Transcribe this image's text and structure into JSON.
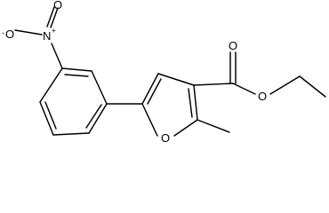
{
  "structure": {
    "atoms": {
      "nitro_o_minus": {
        "symbol": "O",
        "charge": "-"
      },
      "nitro_n": {
        "symbol": "N",
        "charge": "+"
      },
      "nitro_o": {
        "symbol": "O"
      },
      "carbonyl_o": {
        "symbol": "O"
      },
      "ester_o": {
        "symbol": "O"
      },
      "furan_o": {
        "symbol": "O"
      }
    }
  }
}
